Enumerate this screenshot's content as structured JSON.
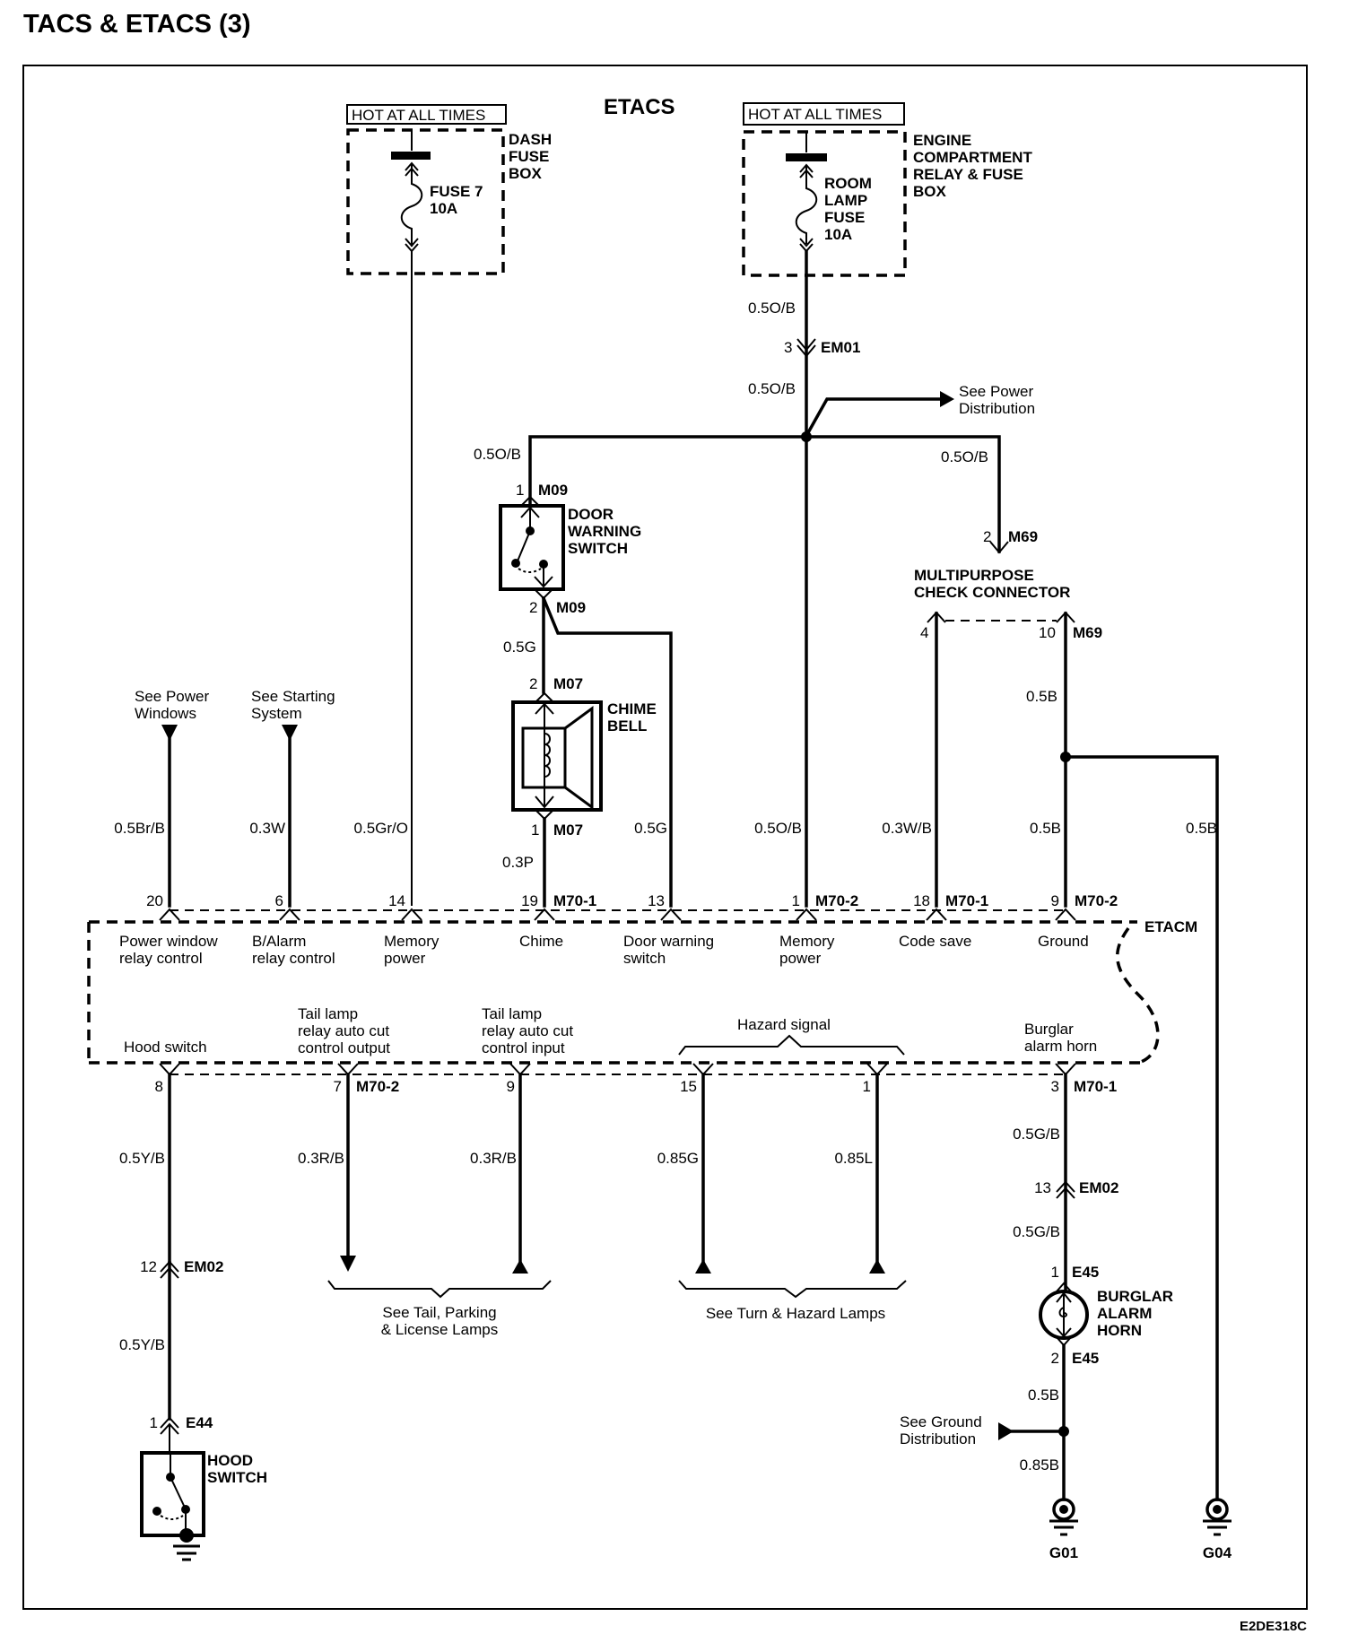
{
  "page": {
    "title": "TACS & ETACS (3)",
    "system": "ETACS",
    "figure_code": "E2DE318C"
  },
  "power_sources": {
    "dash": {
      "hot_label": "HOT AT ALL TIMES",
      "box_name": [
        "DASH",
        "FUSE",
        "BOX"
      ],
      "fuse_name": [
        "FUSE 7",
        "10A"
      ]
    },
    "engine": {
      "hot_label": "HOT AT ALL TIMES",
      "box_name": [
        "ENGINE",
        "COMPARTMENT",
        "RELAY & FUSE",
        "BOX"
      ],
      "fuse_name": [
        "ROOM",
        "LAMP",
        "FUSE",
        "10A"
      ]
    }
  },
  "top_wiring": {
    "wire_1": "0.5O/B",
    "em01_pin": "3",
    "em01": "EM01",
    "wire_2": "0.5O/B",
    "see_power_distribution": [
      "See Power",
      "Distribution"
    ],
    "bus_left_wire": "0.5O/B",
    "bus_right_wire": "0.5O/B",
    "m69_pin2": "2",
    "m69": "M69"
  },
  "door_warning_switch": {
    "name": [
      "DOOR",
      "WARNING",
      "SWITCH"
    ],
    "pin1": "1",
    "pin1_conn": "M09",
    "pin2": "2",
    "pin2_conn": "M09",
    "wire_out": "0.5G"
  },
  "chime_bell": {
    "name": [
      "CHIME",
      "BELL"
    ],
    "pin2": "2",
    "pin2_conn": "M07",
    "pin1": "1",
    "pin1_conn": "M07",
    "wire_out": "0.3P"
  },
  "multipurpose_connector": {
    "name": [
      "MULTIPURPOSE",
      "CHECK CONNECTOR"
    ],
    "pin4": "4",
    "pin10": "10",
    "pin10_conn": "M69",
    "wire_upper": "0.5B"
  },
  "refs_top": {
    "power_windows": [
      "See Power",
      "Windows"
    ],
    "starting_system": [
      "See Starting",
      "System"
    ]
  },
  "etacm": {
    "label": "ETACM",
    "top_pins": [
      {
        "pin": "20",
        "conn": "",
        "wire": "0.5Br/B",
        "function": [
          "Power window",
          "relay control"
        ]
      },
      {
        "pin": "6",
        "conn": "",
        "wire": "0.3W",
        "function": [
          "B/Alarm",
          "relay control"
        ]
      },
      {
        "pin": "14",
        "conn": "",
        "wire": "0.5Gr/O",
        "function": [
          "Memory",
          "power"
        ]
      },
      {
        "pin": "19",
        "conn": "M70-1",
        "wire": "",
        "function": [
          "Chime"
        ]
      },
      {
        "pin": "13",
        "conn": "",
        "wire": "0.5G",
        "function": [
          "Door warning",
          "switch"
        ]
      },
      {
        "pin": "1",
        "conn": "M70-2",
        "wire": "0.5O/B",
        "function": [
          "Memory",
          "power"
        ]
      },
      {
        "pin": "18",
        "conn": "M70-1",
        "wire": "0.3W/B",
        "function": [
          "Code save"
        ]
      },
      {
        "pin": "9",
        "conn": "M70-2",
        "wire": "0.5B",
        "function": [
          "Ground"
        ]
      }
    ],
    "g04_wire": "0.5B",
    "bottom_functions": {
      "hood": "Hood switch",
      "tail_out": [
        "Tail lamp",
        "relay auto cut",
        "control output"
      ],
      "tail_in": [
        "Tail lamp",
        "relay auto cut",
        "control input"
      ],
      "hazard": "Hazard signal",
      "burglar": [
        "Burglar",
        "alarm horn"
      ]
    },
    "bottom_pins": [
      {
        "pin": "8",
        "conn": "",
        "wire": "0.5Y/B"
      },
      {
        "pin": "7",
        "conn": "M70-2",
        "wire": "0.3R/B"
      },
      {
        "pin": "9",
        "conn": "",
        "wire": "0.3R/B"
      },
      {
        "pin": "15",
        "conn": "",
        "wire": "0.85G"
      },
      {
        "pin": "1",
        "conn": "",
        "wire": "0.85L"
      },
      {
        "pin": "3",
        "conn": "M70-1",
        "wire": "0.5G/B"
      }
    ]
  },
  "refs_bottom": {
    "tail_lamps": [
      "See Tail, Parking",
      "& License Lamps"
    ],
    "turn_hazard": "See Turn & Hazard Lamps",
    "ground_distribution": [
      "See Ground",
      "Distribution"
    ]
  },
  "hood_switch": {
    "em02_pin": "12",
    "em02": "EM02",
    "wire_lower": "0.5Y/B",
    "e44_pin": "1",
    "e44": "E44",
    "name": [
      "HOOD",
      "SWITCH"
    ]
  },
  "burglar_horn": {
    "em02_pin": "13",
    "em02": "EM02",
    "wire_lower": "0.5G/B",
    "e45_pin1": "1",
    "e45_conn1": "E45",
    "name": [
      "BURGLAR",
      "ALARM",
      "HORN"
    ],
    "e45_pin2": "2",
    "e45_conn2": "E45",
    "wire_after": "0.5B",
    "wire_ground": "0.85B"
  },
  "grounds": {
    "g01": "G01",
    "g04": "G04"
  }
}
